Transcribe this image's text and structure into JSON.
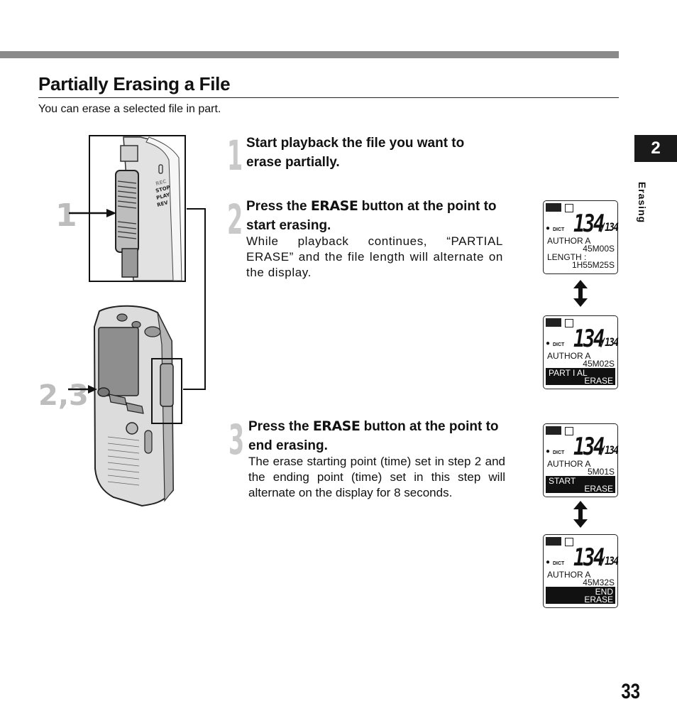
{
  "header": {
    "title": "Partially Erasing a File",
    "intro": "You can erase a selected file in part."
  },
  "side_tab": {
    "number": "2",
    "label": "Erasing"
  },
  "page_number": "33",
  "illustration": {
    "callout_1": "1",
    "callout_23": "2,3",
    "switch_labels": [
      "REC",
      "STOP",
      "PLAY",
      "REV"
    ]
  },
  "steps": [
    {
      "number": "1",
      "head": "Start playback the file you want to erase partially."
    },
    {
      "number": "2",
      "head_pre": "Press the ",
      "keyword": "ERASE",
      "head_post": " button at the point to start erasing.",
      "body": "While playback continues, “PARTIAL ERASE” and the file length will alternate on the display."
    },
    {
      "number": "3",
      "head_pre": "Press the ",
      "keyword": "ERASE",
      "head_post": " button at the point to end erasing.",
      "body": "The erase starting point (time) set in step 2 and the ending point (time) set in this step will alternate on the display for 8 seconds."
    }
  ],
  "displays": [
    {
      "big": "134",
      "small": "/134",
      "dict": "DICT",
      "line1": "AUTHOR  A",
      "line2": "45M00S",
      "line3": "LENGTH :",
      "line4": "1H55M25S"
    },
    {
      "big": "134",
      "small": "/134",
      "dict": "DICT",
      "line1": "AUTHOR   A",
      "line2": "45M02S",
      "inv1": "PART I AL",
      "inv2": "ERASE"
    },
    {
      "big": "134",
      "small": "/134",
      "dict": "DICT",
      "line1": "AUTHOR  A",
      "line2": "5M01S",
      "inv1": "START",
      "inv2": "ERASE"
    },
    {
      "big": "134",
      "small": "/134",
      "dict": "DICT",
      "line1": "AUTHOR  A",
      "line2": "45M32S",
      "inv1": "END",
      "inv2": "ERASE"
    }
  ]
}
